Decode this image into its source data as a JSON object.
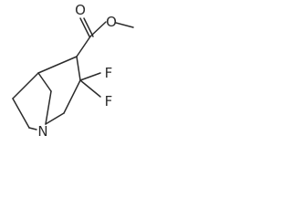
{
  "molecule": {
    "atoms": {
      "carbonyl_oxygen": "O",
      "ester_oxygen": "O",
      "fluorine_1": "F",
      "fluorine_2": "F",
      "nitrogen": "N"
    }
  }
}
